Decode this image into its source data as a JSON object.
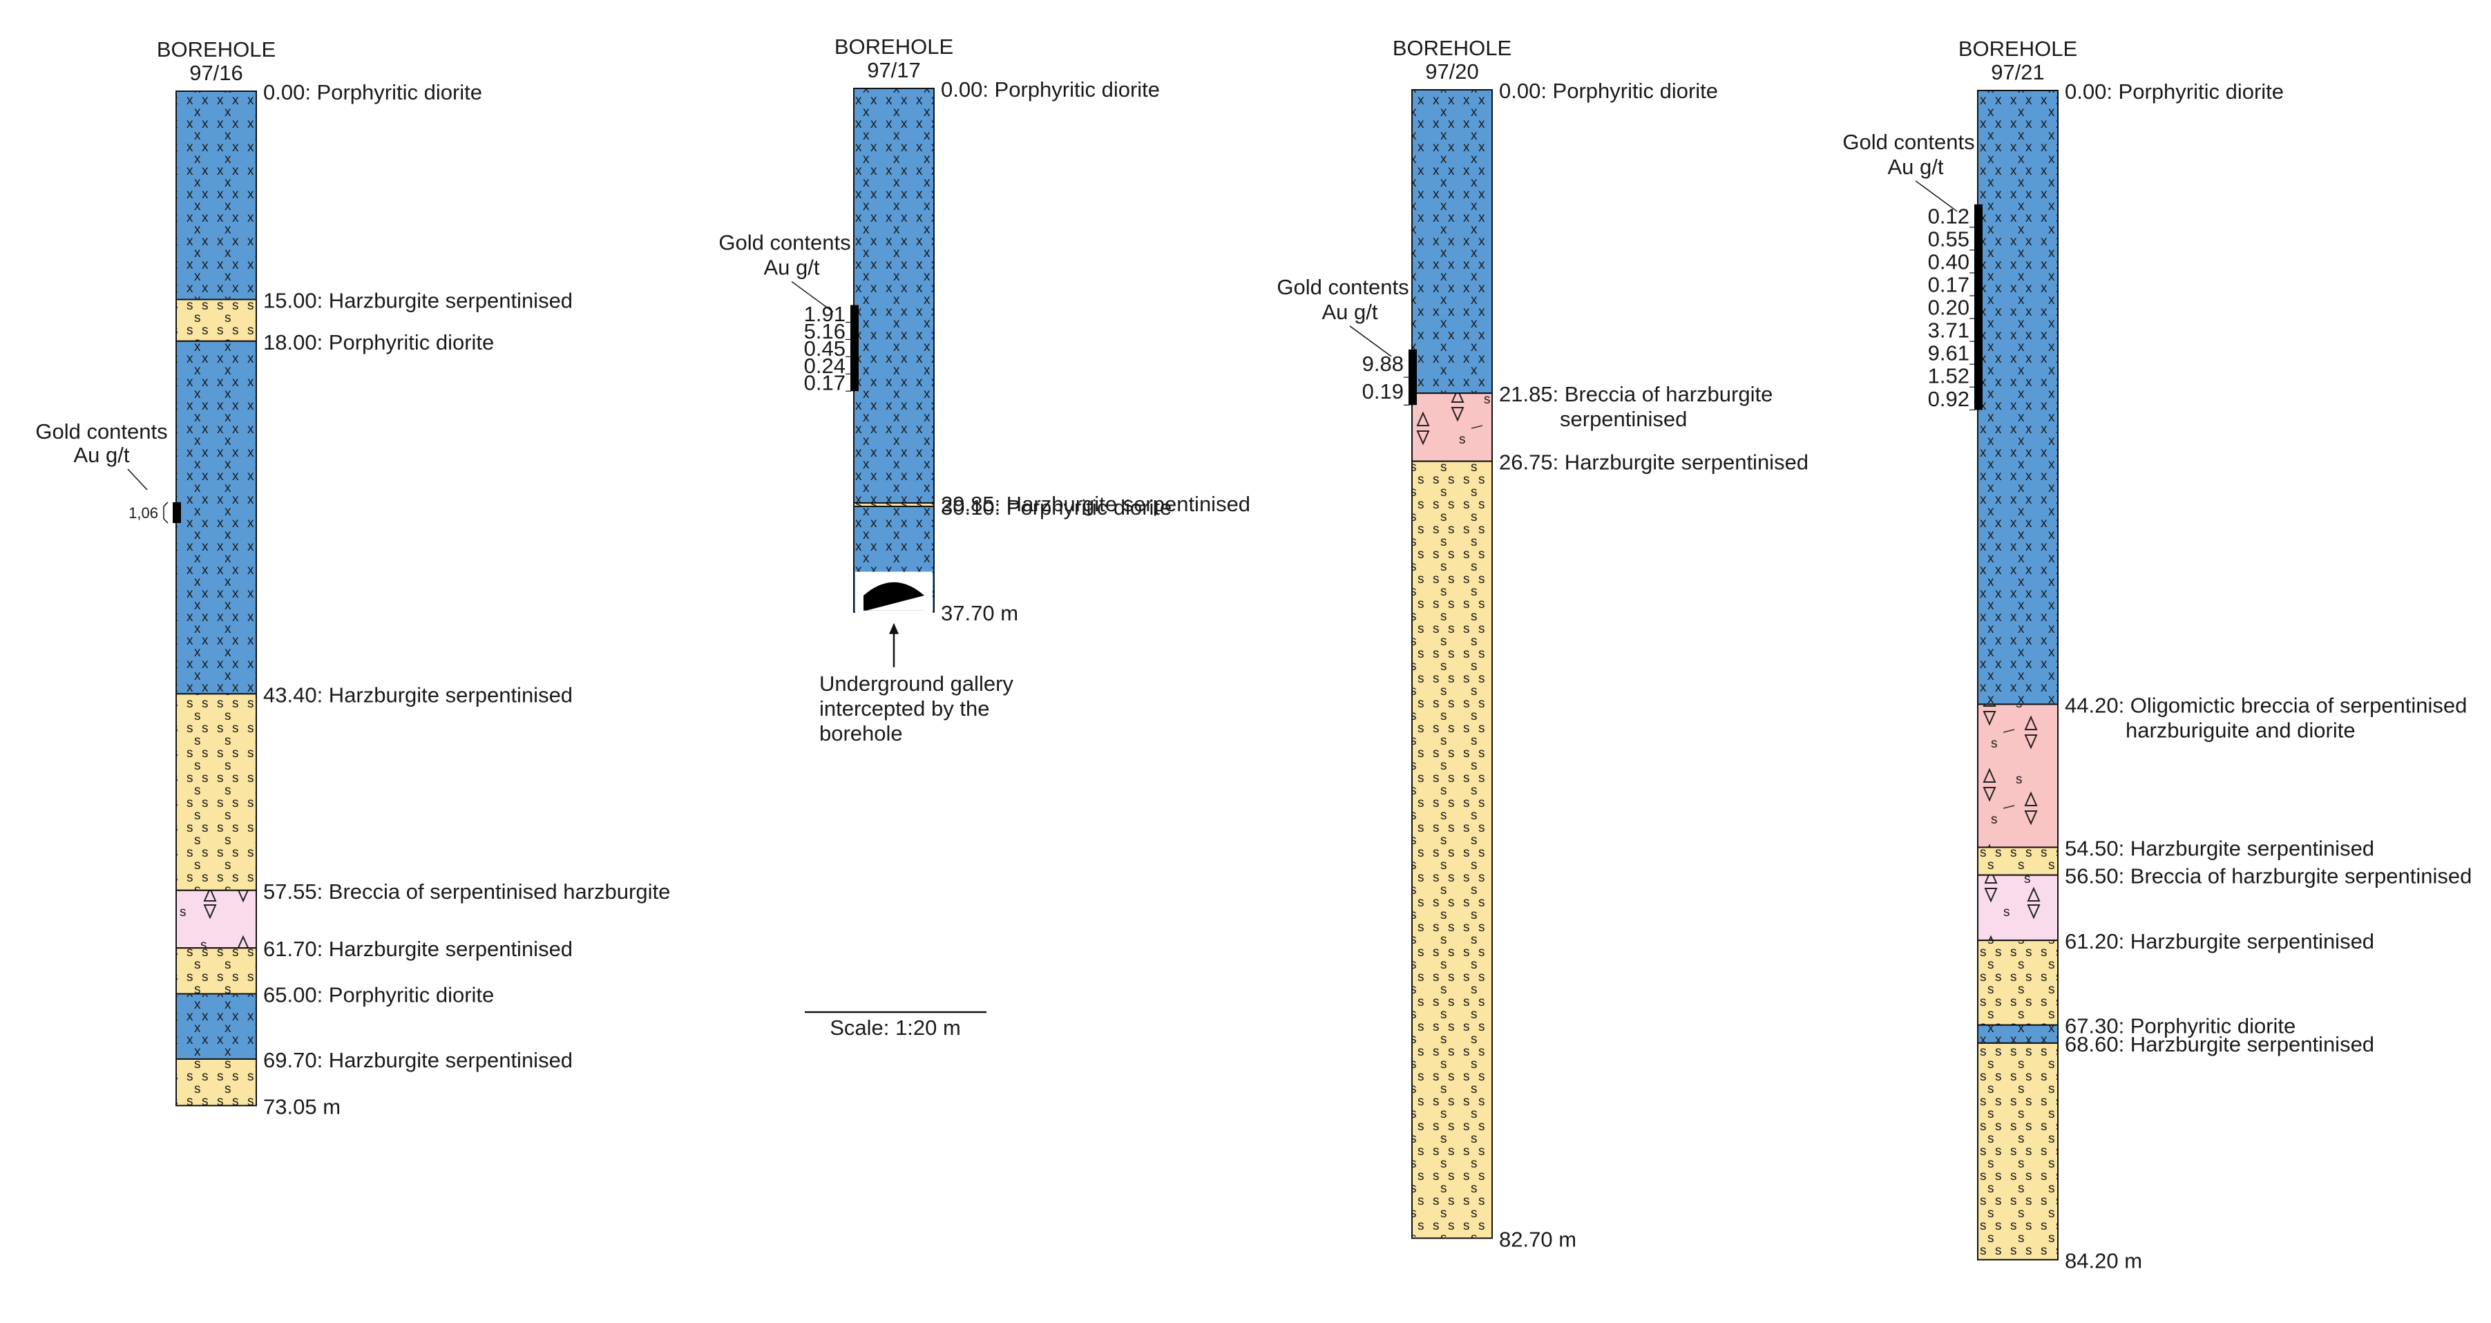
{
  "colors": {
    "diorite": "#5a9bd5",
    "serpentinite": "#fbe5a2",
    "breccia_pink": "#f9c4c4",
    "breccia_light": "#fadbeb",
    "outline": "#111111",
    "gold_bar": "#000000"
  },
  "boreholes": [
    {
      "id": "bh-97-16",
      "title": "BOREHOLE",
      "number": "97/16",
      "total_depth": 73.05,
      "end_label": "73.05 m",
      "layers": [
        {
          "from": 0,
          "to": 15,
          "rock": "diorite",
          "label": "0.00: Porphyritic diorite"
        },
        {
          "from": 15,
          "to": 18,
          "rock": "serpentinite",
          "label": "15.00: Harzburgite serpentinised"
        },
        {
          "from": 18,
          "to": 43.4,
          "rock": "diorite",
          "label": "18.00: Porphyritic diorite"
        },
        {
          "from": 43.4,
          "to": 57.55,
          "rock": "serpentinite",
          "label": "43.40: Harzburgite serpentinised"
        },
        {
          "from": 57.55,
          "to": 61.7,
          "rock": "breccia_light",
          "label": "57.55: Breccia of serpentinised harzburgite"
        },
        {
          "from": 61.7,
          "to": 65,
          "rock": "serpentinite",
          "label": "61.70: Harzburgite serpentinised"
        },
        {
          "from": 65,
          "to": 69.7,
          "rock": "diorite",
          "label": "65.00: Porphyritic diorite"
        },
        {
          "from": 69.7,
          "to": 73.05,
          "rock": "serpentinite",
          "label": "69.70: Harzburgite serpentinised"
        }
      ],
      "gold": {
        "heading": [
          "Gold contents",
          "Au g/t"
        ],
        "from": 29.6,
        "to": 31.1,
        "values": [
          "1,06"
        ]
      }
    },
    {
      "id": "bh-97-17",
      "title": "BOREHOLE",
      "number": "97/17",
      "total_depth": 37.7,
      "end_label": "37.70 m",
      "layers": [
        {
          "from": 0,
          "to": 29.85,
          "rock": "diorite",
          "label": "0.00: Porphyritic diorite"
        },
        {
          "from": 29.85,
          "to": 30.1,
          "rock": "serpentinite",
          "label": "29.85: Harzburgite serpentinised"
        },
        {
          "from": 30.1,
          "to": 37.7,
          "rock": "diorite",
          "label": "30.10: Porphyritic diorite"
        }
      ],
      "gold": {
        "heading": [
          "Gold contents",
          "Au g/t"
        ],
        "from": 15.6,
        "to": 21.8,
        "values": [
          "1.91",
          "5.16",
          "0.45",
          "0.24",
          "0.17"
        ]
      },
      "gallery": {
        "from": 35.2,
        "to": 37.6,
        "note": [
          "Underground gallery",
          "intercepted by the",
          "borehole"
        ]
      }
    },
    {
      "id": "bh-97-20",
      "title": "BOREHOLE",
      "number": "97/20",
      "total_depth": 82.7,
      "end_label": "82.70 m",
      "layers": [
        {
          "from": 0,
          "to": 21.85,
          "rock": "diorite",
          "label": "0.00: Porphyritic diorite"
        },
        {
          "from": 21.85,
          "to": 26.75,
          "rock": "breccia_pink",
          "label": "21.85: Breccia of harzburgite",
          "label2": "serpentinised"
        },
        {
          "from": 26.75,
          "to": 82.7,
          "rock": "serpentinite",
          "label": "26.75: Harzburgite serpentinised"
        }
      ],
      "gold": {
        "heading": [
          "Gold contents",
          "Au g/t"
        ],
        "from": 18.7,
        "to": 22.7,
        "values": [
          "9.88",
          "0.19"
        ]
      }
    },
    {
      "id": "bh-97-21",
      "title": "BOREHOLE",
      "number": "97/21",
      "total_depth": 84.2,
      "end_label": "84.20 m",
      "layers": [
        {
          "from": 0,
          "to": 44.2,
          "rock": "diorite",
          "label": "0.00: Porphyritic diorite"
        },
        {
          "from": 44.2,
          "to": 54.5,
          "rock": "breccia_pink",
          "label": "44.20: Oligomictic breccia of serpentinised",
          "label2": "harzburiguite and diorite"
        },
        {
          "from": 54.5,
          "to": 56.5,
          "rock": "serpentinite",
          "label": "54.50: Harzburgite serpentinised"
        },
        {
          "from": 56.5,
          "to": 61.2,
          "rock": "breccia_light",
          "label": "56.50: Breccia of harzburgite serpentinised"
        },
        {
          "from": 61.2,
          "to": 67.3,
          "rock": "serpentinite",
          "label": "61.20: Harzburgite serpentinised"
        },
        {
          "from": 67.3,
          "to": 68.6,
          "rock": "diorite",
          "label": "67.30: Porphyritic diorite"
        },
        {
          "from": 68.6,
          "to": 84.2,
          "rock": "serpentinite",
          "label": "68.60: Harzburgite serpentinised"
        }
      ],
      "gold": {
        "heading": [
          "Gold contents",
          "Au g/t"
        ],
        "from": 8.2,
        "to": 23.0,
        "values": [
          "0.12",
          "0.55",
          "0.40",
          "0.17",
          "0.20",
          "3.71",
          "9.61",
          "1.52",
          "0.92"
        ]
      }
    }
  ],
  "scale": {
    "label": "Scale: 1:20 m"
  }
}
